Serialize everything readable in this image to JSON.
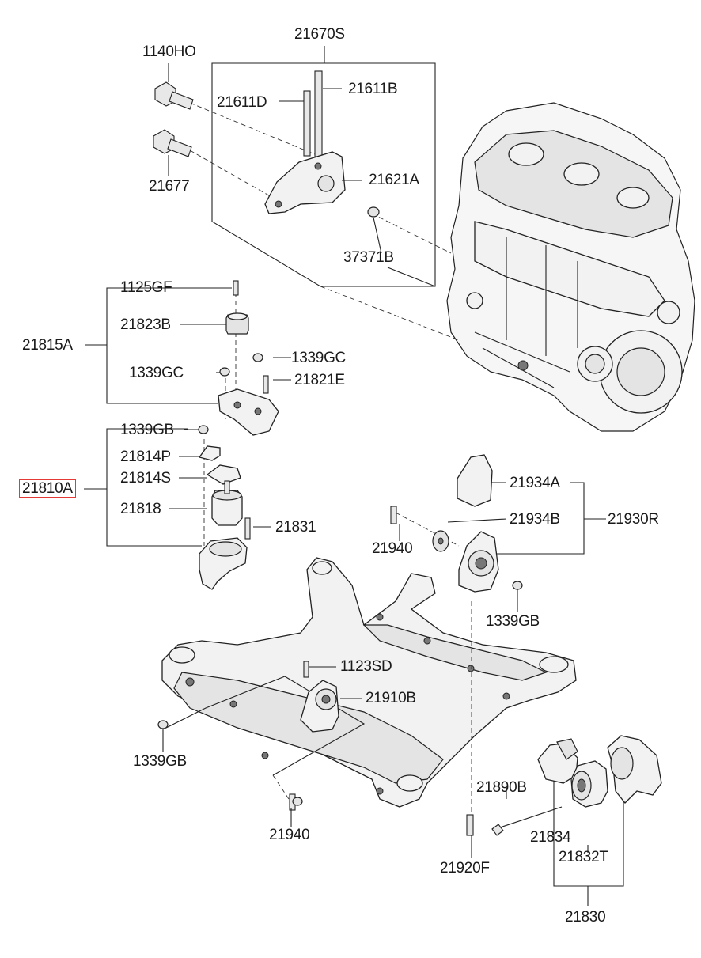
{
  "highlight_color": "#e53935",
  "labels": {
    "p21670S": "21670S",
    "p1140HO": "1140HO",
    "p21611D": "21611D",
    "p21611B": "21611B",
    "p21621A": "21621A",
    "p21677": "21677",
    "p37371B": "37371B",
    "p1125GF": "1125GF",
    "p21823B": "21823B",
    "p21815A": "21815A",
    "p1339GC_a": "1339GC",
    "p1339GC_b": "1339GC",
    "p21821E": "21821E",
    "p1339GB_a": "1339GB",
    "p21814P": "21814P",
    "p21810A": "21810A",
    "p21814S": "21814S",
    "p21818": "21818",
    "p21831": "21831",
    "p21934A": "21934A",
    "p21934B": "21934B",
    "p21930R": "21930R",
    "p21940_a": "21940",
    "p1339GB_b": "1339GB",
    "p1123SD": "1123SD",
    "p21910B": "21910B",
    "p1339GB_c": "1339GB",
    "p21890B": "21890B",
    "p21834": "21834",
    "p21832T": "21832T",
    "p21940_b": "21940",
    "p21920F": "21920F",
    "p21830": "21830"
  }
}
